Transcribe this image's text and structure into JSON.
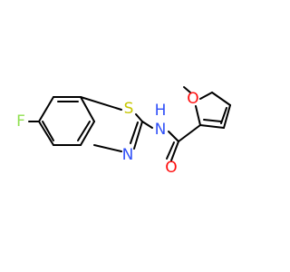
{
  "molecule": {
    "atoms": {
      "fluorine": "F",
      "sulfur": "S",
      "thiazole_nitrogen": "N",
      "amide_nitrogen": "N",
      "amide_hydrogen": "H",
      "carbonyl_oxygen": "O",
      "furan_oxygen": "O"
    },
    "colors": {
      "bond": "#000000",
      "fluorine": "#90e050",
      "sulfur": "#c6c600",
      "nitrogen": "#3050f8",
      "oxygen": "#ff0d0d"
    }
  }
}
